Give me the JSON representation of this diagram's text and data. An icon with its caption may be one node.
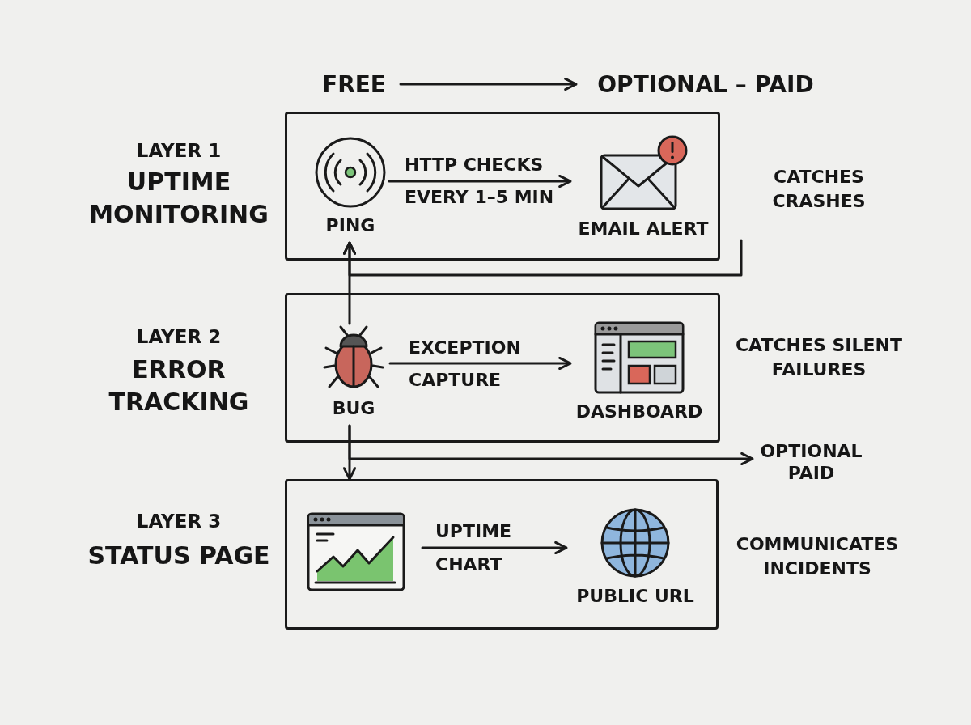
{
  "diagram": {
    "nodes": [
      {
        "text": [
          "LAYER 1",
          "UPTIME MONITORING"
        ],
        "beside": [
          "CATCHES CRASHES"
        ]
      },
      {
        "text": [
          "PING"
        ],
        "in": 0
      },
      {
        "text": [
          "EMAIL ALERT"
        ],
        "in": 0
      },
      {
        "text": [
          "LAYER 2",
          "ERROR TRACKING"
        ],
        "beside": [
          "CATCHES SILENT FAILURES"
        ]
      },
      {
        "text": [
          "BUG"
        ],
        "in": 3
      },
      {
        "text": [
          "DASHBOARD"
        ],
        "in": 3
      },
      {
        "text": [
          "LAYER 3",
          "STATUS PAGE"
        ],
        "beside": [
          "COMMUNICATES INCIDENTS"
        ]
      },
      {
        "text": [],
        "shape": "picture",
        "in": 6
      },
      {
        "text": [
          "PUBLIC URL"
        ],
        "in": 6
      },
      {
        "text": [
          "FREE"
        ]
      },
      {
        "text": [
          "OPTIONAL – PAID"
        ]
      },
      {
        "text": [
          "OPTIONAL PAID"
        ]
      }
    ],
    "edges": [
      {
        "from": 9,
        "to": 10,
        "arrow": "to"
      },
      {
        "from": 1,
        "to": 2,
        "arrow": "to",
        "label": "HTTP CHECKS EVERY 1–5 MIN"
      },
      {
        "from": 4,
        "to": 5,
        "arrow": "to",
        "label": "EXCEPTION CAPTURE"
      },
      {
        "from": 7,
        "to": 8,
        "arrow": "to",
        "label": "UPTIME CHART"
      },
      {
        "from": null,
        "to": 1,
        "arrow": "to"
      },
      {
        "from": 4,
        "to": 1,
        "arrow": "to"
      },
      {
        "from": 4,
        "to": 6,
        "arrow": "to"
      },
      {
        "from": 4,
        "to": 11,
        "arrow": "to"
      }
    ]
  }
}
